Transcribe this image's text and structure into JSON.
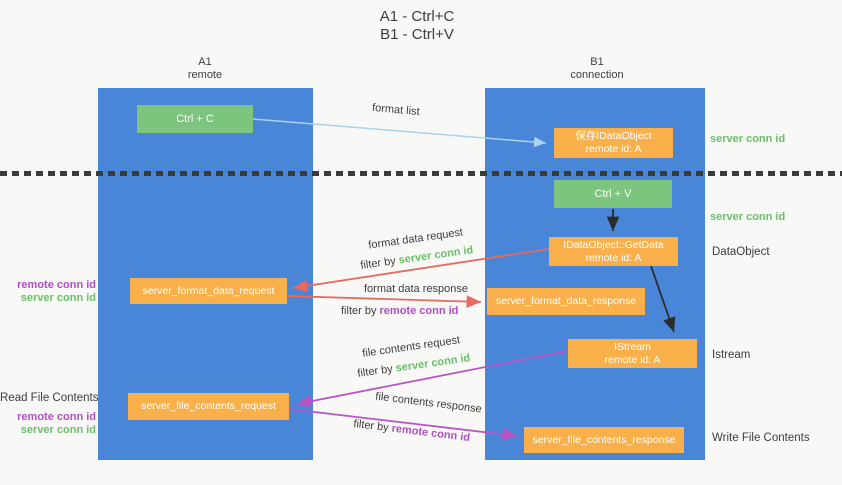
{
  "title": {
    "line1": "A1 - Ctrl+C",
    "line2": "B1 - Ctrl+V"
  },
  "lanes": {
    "left": {
      "name": "A1",
      "subtitle": "remote"
    },
    "right": {
      "name": "B1",
      "subtitle": "connection"
    }
  },
  "nodes": {
    "ctrl_c": {
      "label": "Ctrl + C"
    },
    "save_dataobject": {
      "line1": "保存IDataObject",
      "line2": "remote id: A"
    },
    "ctrl_v": {
      "label": "Ctrl + V"
    },
    "getdata": {
      "line1": "IDataObject::GetData",
      "line2": "remote id: A"
    },
    "format_request": {
      "label": "server_format_data_request"
    },
    "format_response": {
      "label": "server_format_data_response"
    },
    "istream": {
      "line1": "IStream",
      "line2": "remote id: A"
    },
    "file_request": {
      "label": "server_file_contents_request"
    },
    "file_response": {
      "label": "server_file_contents_response"
    }
  },
  "arrows": {
    "format_list": "format list",
    "format_data_request": "format data request",
    "format_data_response": "format data response",
    "file_contents_request": "file contents request",
    "file_contents_response": "file contents response",
    "filter_by": "filter by",
    "server_conn_id": "server conn id",
    "remote_conn_id": "remote conn id"
  },
  "side_labels": {
    "server_conn_id_top": "server conn id",
    "server_conn_id_mid": "server conn id",
    "dataobject": "DataObject",
    "istream": "Istream",
    "write_file_contents": "Write File Contents",
    "remote_conn_id_left1": "remote conn id",
    "server_conn_id_left1": "server conn id",
    "read_file_contents": "Read File Contents",
    "remote_conn_id_left2": "remote conn id",
    "server_conn_id_left2": "server conn id"
  },
  "colors": {
    "bg": "#f8f8f7",
    "lane_blue": "#4a86d8",
    "box_green": "#7dc57e",
    "box_orange": "#f9b04b",
    "arrow_blue": "#a9d3ee",
    "arrow_red": "#e8695e",
    "arrow_magenta": "#bc53c5",
    "arrow_black": "#2b2b2b",
    "text_green": "#6abf69",
    "text_purple": "#b04ec4",
    "text_dark": "#3d3d3d",
    "divider": "#3b3b3b"
  }
}
